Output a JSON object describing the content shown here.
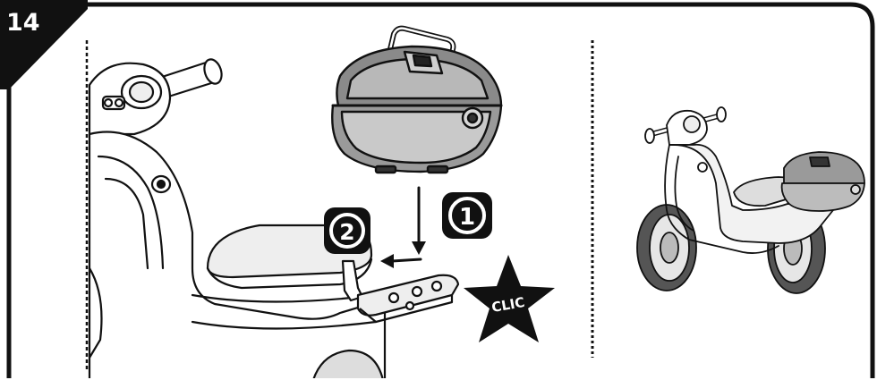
{
  "step": {
    "number": "14"
  },
  "badges": [
    {
      "label": "1"
    },
    {
      "label": "2"
    }
  ],
  "burst": {
    "label": "CLIC"
  },
  "colors": {
    "ink": "#111111",
    "paper": "#ffffff",
    "shade": "#e6e6e6",
    "tone": "#b8b8b8"
  },
  "icons": {
    "top_case": "top-case-icon",
    "scooter": "ride-on-scooter-icon",
    "arrow": "arrow-icon",
    "starburst": "starburst-icon"
  }
}
